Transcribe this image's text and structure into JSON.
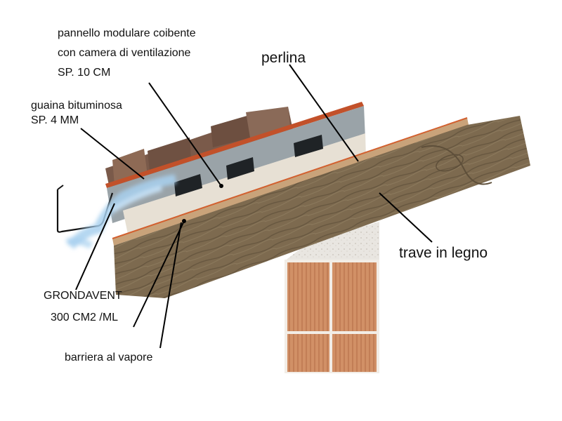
{
  "labels": {
    "pannello_line1": "pannello modulare coibente",
    "pannello_line2": "con camera di ventilazione",
    "pannello_line3": "SP. 10 CM",
    "guaina_line1": "guaina bituminosa",
    "guaina_line2": "SP. 4 MM",
    "perlina": "perlina",
    "trave": "trave in legno",
    "grondavent_line1": "GRONDAVENT",
    "grondavent_line2": "300 CM2 /ML",
    "barriera": "barriera al vapore"
  },
  "colors": {
    "wood": "#7d6a4f",
    "wood_grain": "#5e4f3a",
    "perlina": "#c9a37a",
    "panel_grey": "#9aa3a8",
    "panel_light": "#e7e0d4",
    "bitumen": "#c2512a",
    "tile": "#7a5a4a",
    "brick": "#d19066",
    "mortar": "#f2ede6",
    "air": "#a8d0ef",
    "leader": "#000000"
  }
}
